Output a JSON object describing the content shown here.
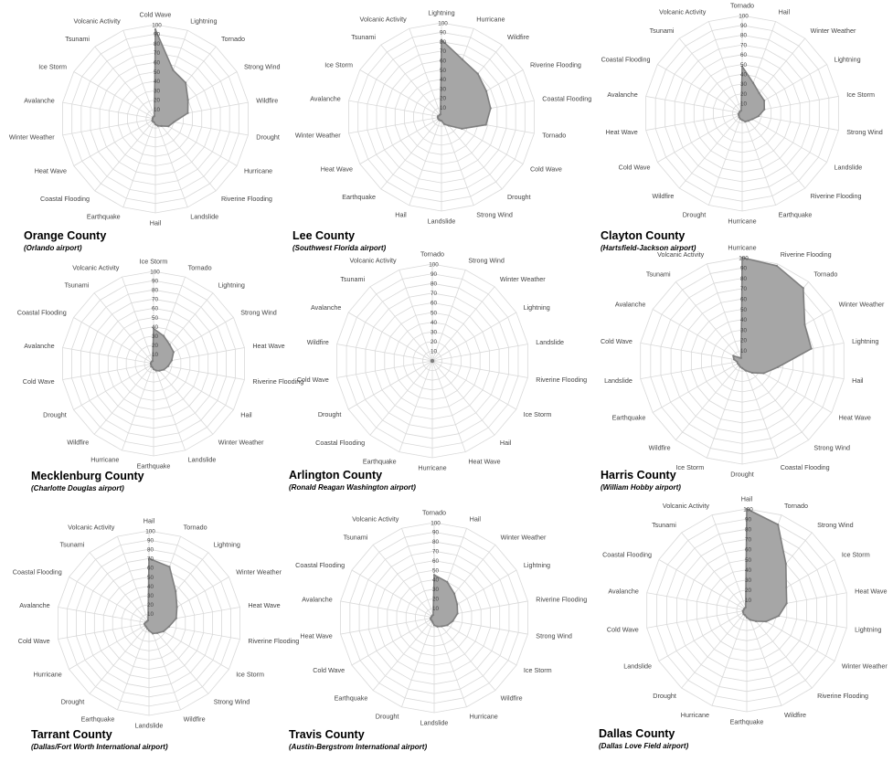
{
  "chart_data": [
    {
      "type": "radar",
      "title": "Orange County",
      "subtitle": "(Orlando airport)",
      "rlim": [
        0,
        100
      ],
      "ticks": [
        "10",
        "20",
        "30",
        "40",
        "50",
        "60",
        "70",
        "80",
        "90",
        "100"
      ],
      "axes": [
        "Cold Wave",
        "Lightning",
        "Tornado",
        "Strong Wind",
        "Wildfire",
        "Drought",
        "Hurricane",
        "Riverine Flooding",
        "Landslide",
        "Hail",
        "Earthquake",
        "Coastal Flooding",
        "Heat Wave",
        "Winter Weather",
        "Avalanche",
        "Ice Storm",
        "Tsunami",
        "Volcanic Activity"
      ],
      "values": [
        95,
        55,
        50,
        40,
        35,
        20,
        16,
        10,
        8,
        6,
        4,
        4,
        4,
        3,
        3,
        3,
        3,
        3
      ]
    },
    {
      "type": "radar",
      "title": "Lee County",
      "subtitle": "(Southwest Florida airport)",
      "rlim": [
        0,
        100
      ],
      "ticks": [
        "10",
        "20",
        "30",
        "40",
        "50",
        "60",
        "70",
        "80",
        "90",
        "100"
      ],
      "axes": [
        "Lightning",
        "Hurricane",
        "Wildfire",
        "Riverine Flooding",
        "Coastal Flooding",
        "Tornado",
        "Cold Wave",
        "Drought",
        "Strong Wind",
        "Landslide",
        "Hail",
        "Earthquake",
        "Heat Wave",
        "Winter Weather",
        "Avalanche",
        "Ice Storm",
        "Tsunami",
        "Volcanic Activity"
      ],
      "values": [
        82,
        65,
        60,
        55,
        53,
        48,
        25,
        12,
        8,
        4,
        4,
        4,
        4,
        4,
        4,
        3,
        3,
        3
      ]
    },
    {
      "type": "radar",
      "title": "Clayton County",
      "subtitle": "(Hartsfield-Jackson airport)",
      "rlim": [
        0,
        100
      ],
      "ticks": [
        "10",
        "20",
        "30",
        "40",
        "50",
        "60",
        "70",
        "80",
        "90",
        "100"
      ],
      "axes": [
        "Tornado",
        "Hail",
        "Winter Weather",
        "Lightning",
        "Ice Storm",
        "Strong Wind",
        "Landslide",
        "Riverine Flooding",
        "Earthquake",
        "Hurricane",
        "Drought",
        "Wildfire",
        "Cold Wave",
        "Heat Wave",
        "Avalanche",
        "Coastal Flooding",
        "Tsunami",
        "Volcanic Activity"
      ],
      "values": [
        48,
        33,
        27,
        26,
        23,
        17,
        12,
        10,
        9,
        7,
        6,
        5,
        4,
        4,
        3,
        3,
        3,
        3
      ]
    },
    {
      "type": "radar",
      "title": "Mecklenburg County",
      "subtitle": "(Charlotte Douglas airport)",
      "rlim": [
        0,
        100
      ],
      "ticks": [
        "10",
        "20",
        "30",
        "40",
        "50",
        "60",
        "70",
        "80",
        "90",
        "100"
      ],
      "axes": [
        "Ice Storm",
        "Tornado",
        "Lightning",
        "Strong Wind",
        "Heat Wave",
        "Riverine Flooding",
        "Hail",
        "Winter Weather",
        "Landslide",
        "Earthquake",
        "Hurricane",
        "Wildfire",
        "Drought",
        "Cold Wave",
        "Avalanche",
        "Coastal Flooding",
        "Tsunami",
        "Volcanic Activity"
      ],
      "values": [
        38,
        32,
        27,
        25,
        20,
        16,
        13,
        10,
        8,
        6,
        4,
        4,
        3,
        3,
        3,
        3,
        3,
        3
      ]
    },
    {
      "type": "radar",
      "title": "Arlington County",
      "subtitle": "(Ronald Reagan Washington airport)",
      "rlim": [
        0,
        100
      ],
      "ticks": [
        "10",
        "20",
        "30",
        "40",
        "50",
        "60",
        "70",
        "80",
        "90",
        "100"
      ],
      "axes": [
        "Tornado",
        "Strong Wind",
        "Winter Weather",
        "Lightning",
        "Landslide",
        "Riverine Flooding",
        "Ice Storm",
        "Hail",
        "Heat Wave",
        "Hurricane",
        "Earthquake",
        "Coastal Flooding",
        "Drought",
        "Cold Wave",
        "Wildfire",
        "Avalanche",
        "Tsunami",
        "Volcanic Activity"
      ],
      "values": [
        1,
        1,
        1,
        1,
        1,
        1,
        1,
        1,
        1,
        1,
        1,
        1,
        1,
        1,
        1,
        1,
        1,
        1
      ]
    },
    {
      "type": "radar",
      "title": "Harris County",
      "subtitle": "(William Hobby airport)",
      "rlim": [
        0,
        100
      ],
      "ticks": [
        "10",
        "20",
        "30",
        "40",
        "50",
        "60",
        "70",
        "80",
        "90",
        "100"
      ],
      "axes": [
        "Hurricane",
        "Riverine Flooding",
        "Tornado",
        "Winter Weather",
        "Lightning",
        "Hail",
        "Heat Wave",
        "Strong Wind",
        "Coastal Flooding",
        "Drought",
        "Ice Storm",
        "Wildfire",
        "Earthquake",
        "Landslide",
        "Cold Wave",
        "Avalanche",
        "Tsunami",
        "Volcanic Activity"
      ],
      "values": [
        100,
        98,
        92,
        70,
        68,
        35,
        24,
        15,
        10,
        7,
        6,
        5,
        5,
        5,
        8,
        10,
        4,
        3
      ]
    },
    {
      "type": "radar",
      "title": "Tarrant County",
      "subtitle": "(Dallas/Fort Worth International airport)",
      "rlim": [
        0,
        100
      ],
      "ticks": [
        "10",
        "20",
        "30",
        "40",
        "50",
        "60",
        "70",
        "80",
        "90",
        "100"
      ],
      "axes": [
        "Hail",
        "Tornado",
        "Lightning",
        "Winter Weather",
        "Heat Wave",
        "Riverine Flooding",
        "Ice Storm",
        "Strong Wind",
        "Wildfire",
        "Landslide",
        "Earthquake",
        "Drought",
        "Hurricane",
        "Cold Wave",
        "Avalanche",
        "Coastal Flooding",
        "Tsunami",
        "Volcanic Activity"
      ],
      "values": [
        70,
        65,
        45,
        35,
        30,
        22,
        18,
        14,
        12,
        8,
        6,
        5,
        5,
        5,
        4,
        3,
        3,
        3
      ]
    },
    {
      "type": "radar",
      "title": "Travis County",
      "subtitle": "(Austin-Bergstrom International airport)",
      "rlim": [
        0,
        100
      ],
      "ticks": [
        "10",
        "20",
        "30",
        "40",
        "50",
        "60",
        "70",
        "80",
        "90",
        "100"
      ],
      "axes": [
        "Tornado",
        "Hail",
        "Winter Weather",
        "Lightning",
        "Riverine Flooding",
        "Strong Wind",
        "Ice Storm",
        "Wildfire",
        "Hurricane",
        "Landslide",
        "Drought",
        "Earthquake",
        "Cold Wave",
        "Heat Wave",
        "Avalanche",
        "Coastal Flooding",
        "Tsunami",
        "Volcanic Activity"
      ],
      "values": [
        45,
        40,
        33,
        28,
        25,
        20,
        16,
        12,
        10,
        8,
        5,
        4,
        4,
        4,
        3,
        3,
        3,
        3
      ]
    },
    {
      "type": "radar",
      "title": "Dallas County",
      "subtitle": "(Dallas Love Field airport)",
      "rlim": [
        0,
        100
      ],
      "ticks": [
        "10",
        "20",
        "30",
        "40",
        "50",
        "60",
        "70",
        "80",
        "90",
        "100"
      ],
      "axes": [
        "Hail",
        "Tornado",
        "Strong Wind",
        "Ice Storm",
        "Heat Wave",
        "Lightning",
        "Winter Weather",
        "Riverine Flooding",
        "Wildfire",
        "Earthquake",
        "Hurricane",
        "Drought",
        "Landslide",
        "Cold Wave",
        "Avalanche",
        "Coastal Flooding",
        "Tsunami",
        "Volcanic Activity"
      ],
      "values": [
        100,
        90,
        60,
        45,
        40,
        32,
        22,
        14,
        10,
        7,
        5,
        5,
        4,
        4,
        3,
        3,
        3,
        3
      ]
    }
  ]
}
